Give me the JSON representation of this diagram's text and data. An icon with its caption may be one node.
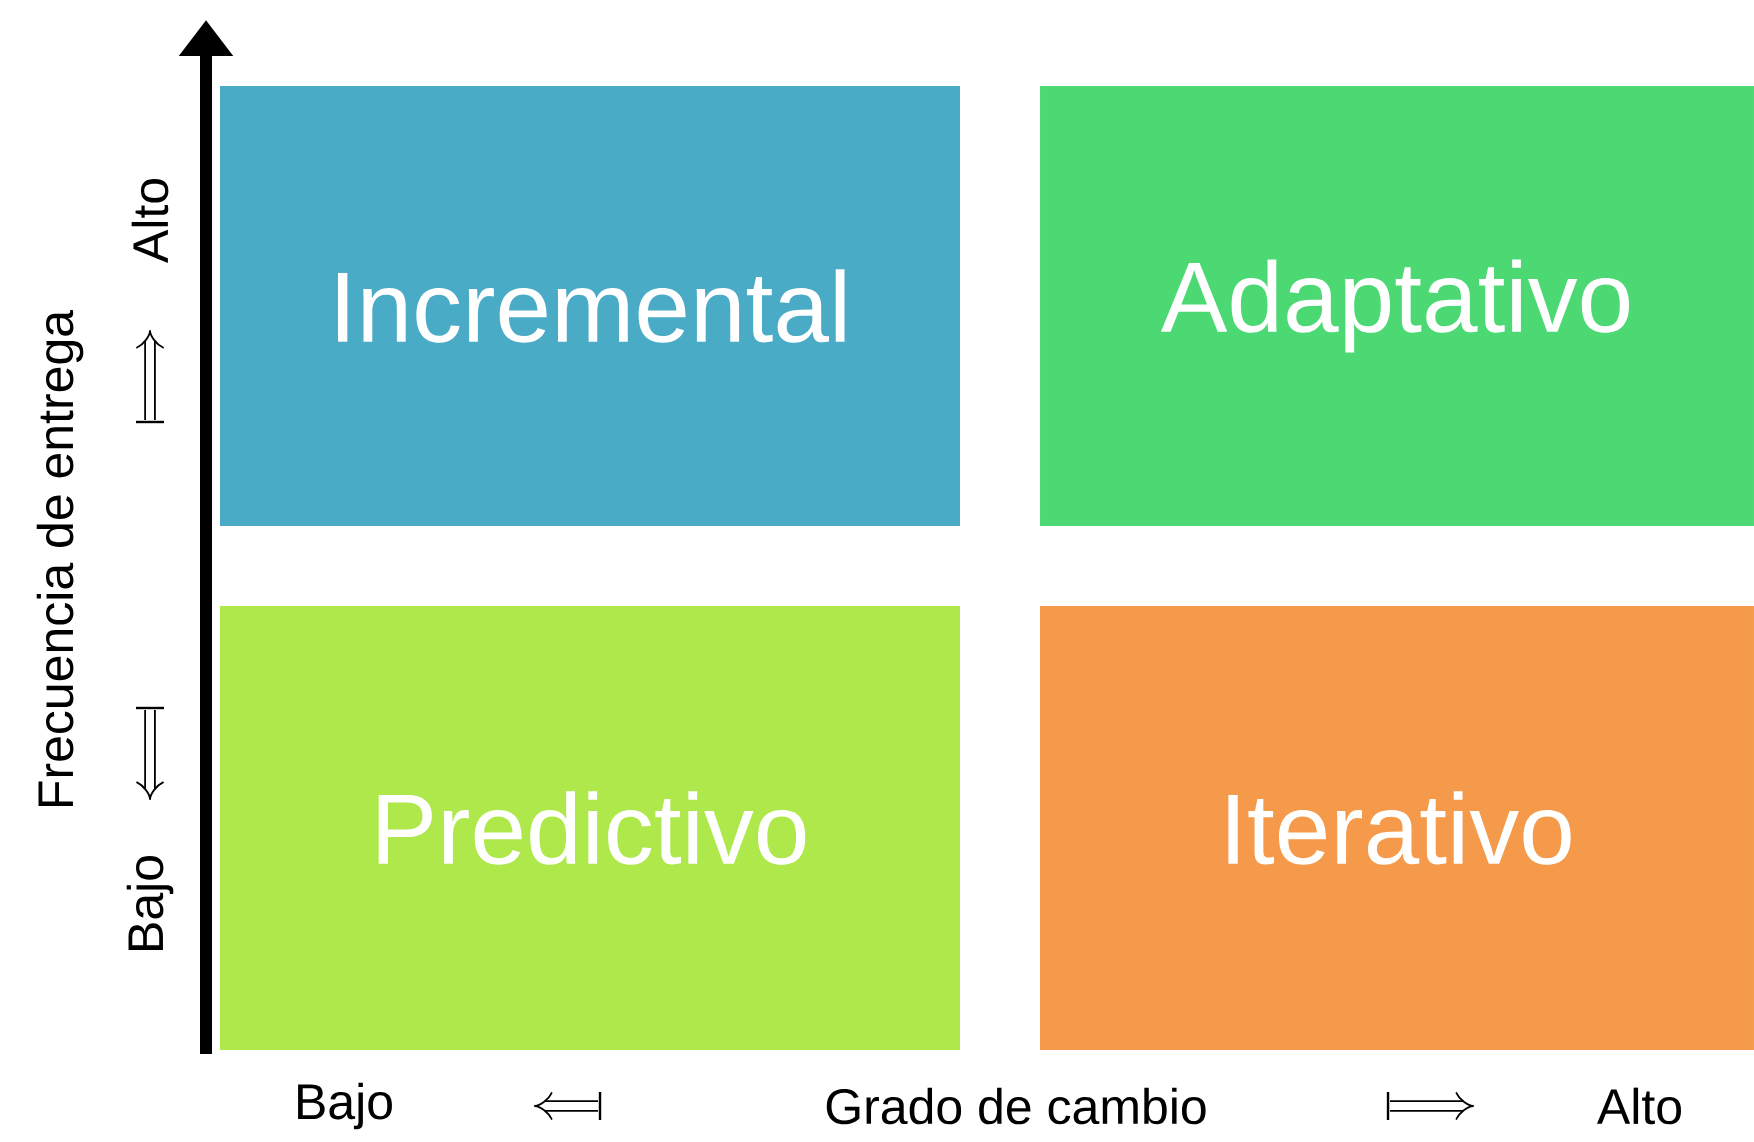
{
  "diagram": {
    "nodes": [
      {
        "text": [
          "Incremental"
        ]
      },
      {
        "text": [
          "Adaptativo"
        ]
      },
      {
        "text": [
          "Predictivo"
        ]
      },
      {
        "text": [
          "Iterativo"
        ]
      }
    ],
    "labels": [
      "Frecuencia de entrega",
      "Alto",
      "Bajo",
      "Bajo",
      "Grado de cambio",
      "Alto"
    ]
  }
}
